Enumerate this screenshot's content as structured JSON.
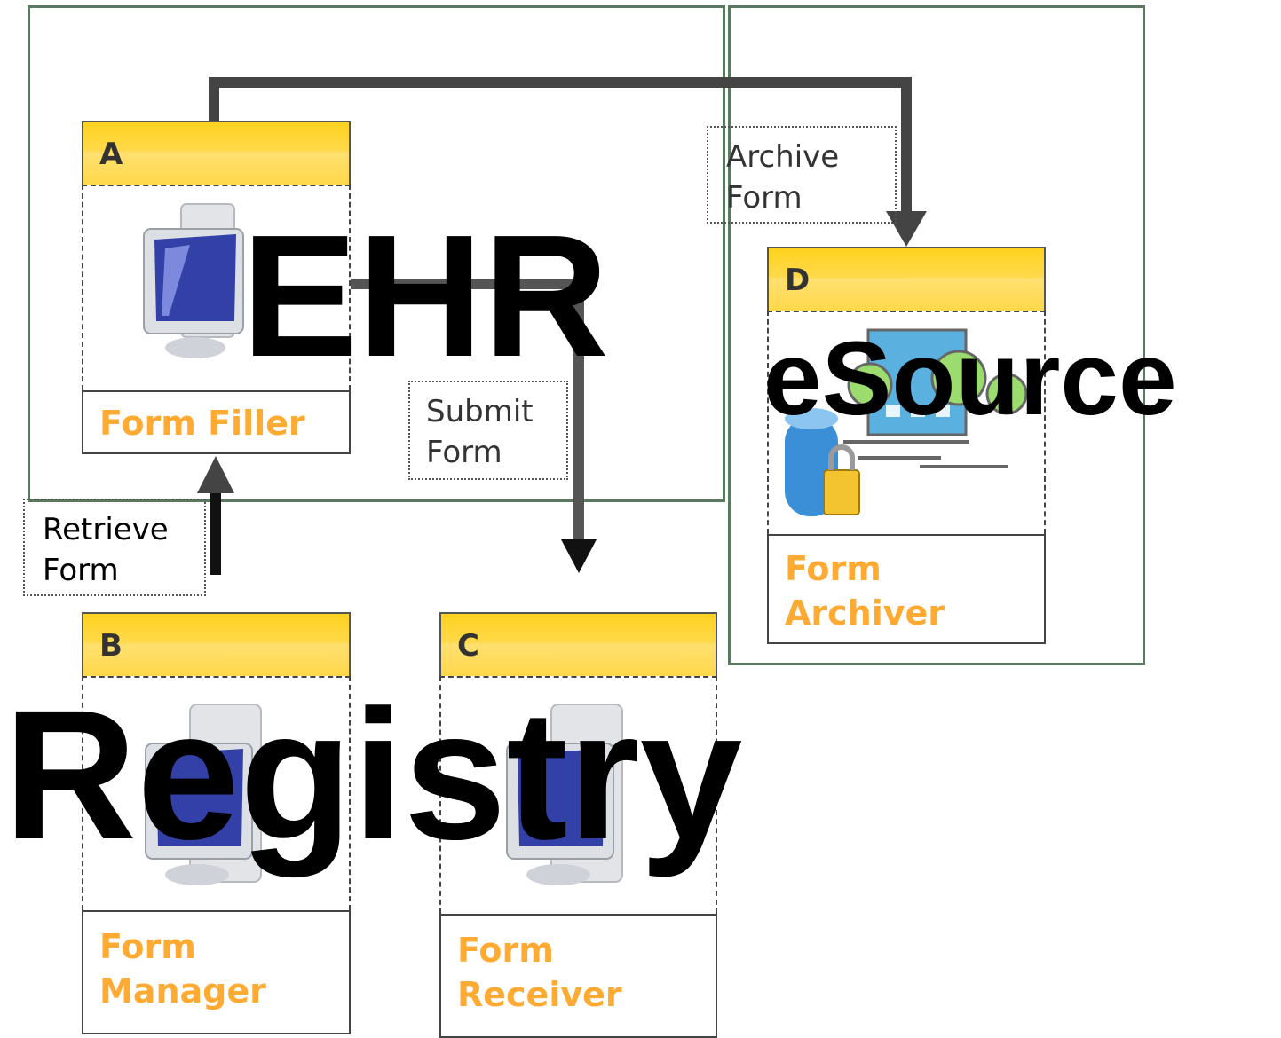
{
  "groups": {
    "ehr": {
      "label": "EHR"
    },
    "esource": {
      "label": "eSource"
    },
    "registry": {
      "label": "Registry"
    }
  },
  "actors": {
    "a": {
      "letter": "A",
      "label": "Form Filler"
    },
    "b": {
      "letter": "B",
      "label": "Form\nManager"
    },
    "c": {
      "letter": "C",
      "label": "Form\nReceiver"
    },
    "d": {
      "letter": "D",
      "label": "Form\nArchiver"
    }
  },
  "transactions": {
    "archive": "Archive\nForm",
    "submit": "Submit\nForm",
    "retrieve": "Retrieve\nForm"
  },
  "colors": {
    "header_yellow": "#ffd21f",
    "label_orange": "#ffaa33",
    "group_border": "#5a7a60",
    "arrow_dark": "#444444"
  }
}
